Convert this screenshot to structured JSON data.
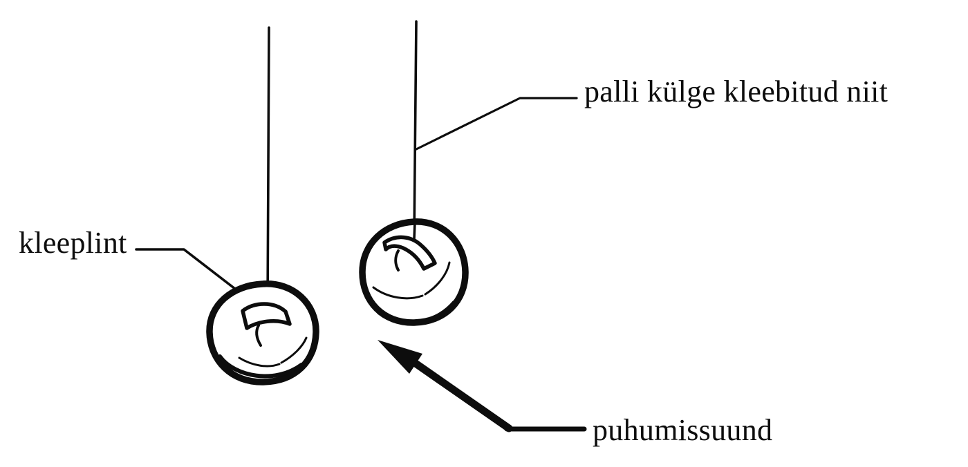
{
  "diagram": {
    "background_color": "#ffffff",
    "ink_color": "#0d0d0d",
    "labels": {
      "thread": "palli külge kleebitud niit",
      "tape": "kleeplint",
      "blow_direction": "puhumissuund"
    }
  }
}
